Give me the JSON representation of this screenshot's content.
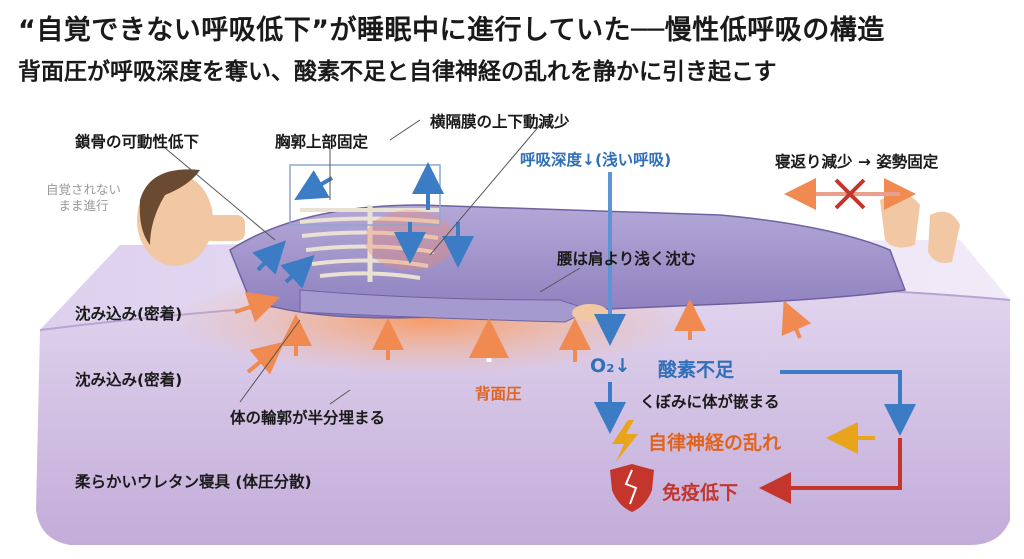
{
  "title": "“自覚できない呼吸低下”が睡眠中に進行していた──慢性低呼吸の構造",
  "subtitle": "背面圧が呼吸深度を奪い、酸素不足と自律神経の乱れを静かに引き起こす",
  "labels": {
    "clavicle": "鎖骨の可動性低下",
    "chest_fixed": "胸郭上部固定",
    "diaphragm": "横隔膜の上下動減少",
    "breath_depth": "呼吸深度↓(浅い呼吸)",
    "unaware": "自覚されない\nまま進行",
    "turning": "寝返り減少 → 姿勢固定",
    "waist": "腰は肩より浅く沈む",
    "sink1": "沈み込み(密着)",
    "sink2": "沈み込み(密着)",
    "buried": "体の輪郭が半分埋まる",
    "back_pressure": "背面圧",
    "o2_symbol": "O₂↓",
    "o2_lack": "酸素不足",
    "hollow": "くぼみに体が嵌まる",
    "autonomic": "自律神経の乱れ",
    "immune": "免疫低下",
    "mattress": "柔らかいウレタン寝具 (体圧分散)"
  },
  "icons": [
    "lightning-icon",
    "broken-shield-icon",
    "cross-arrow-icon",
    "arrow-down-icon"
  ],
  "colors": {
    "blue": "#2f70b8",
    "orange": "#e0641e",
    "red": "#c4362c",
    "amber": "#e8a41a",
    "mattress": "#cdb8e0"
  }
}
